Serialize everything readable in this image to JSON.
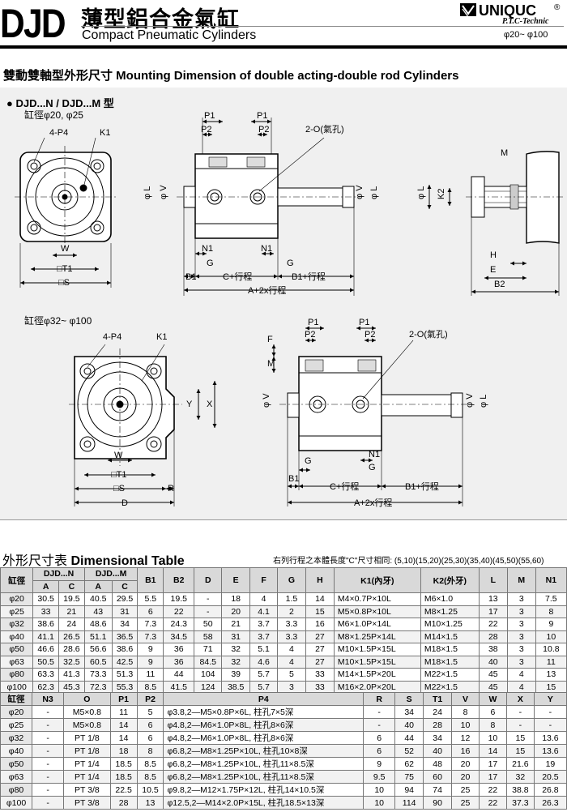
{
  "header": {
    "model_code": "DJD",
    "title_cn": "薄型鋁合金氣缸",
    "title_en": "Compact Pneumatic Cylinders",
    "brand_name": "UNIQUC",
    "brand_mark": "®",
    "brand_sub": "P.T.C-Technic",
    "bore_range": "φ20~ φ100"
  },
  "section_title": "雙動雙軸型外形尺寸 Mounting Dimension of double acting-double rod Cylinders",
  "drawings": {
    "sub_heading": "● DJD...N / DJD...M 型",
    "bore_small": "缸徑φ20, φ25",
    "bore_large": "缸徑φ32~ φ100",
    "labels": {
      "p4": "4-P4",
      "k1": "K1",
      "k2": "K2",
      "w": "W",
      "t1": "□T1",
      "s": "□S",
      "p1": "P1",
      "p2": "P2",
      "port": "2-O(氣孔)",
      "l": "φ L",
      "v": "φ V",
      "n1": "N1",
      "g": "G",
      "b1": "B1",
      "c_stroke": "C+行程",
      "b1_stroke": "B1+行程",
      "a2_stroke": "A+2x行程",
      "m": "M",
      "f": "F",
      "h": "H",
      "e": "E",
      "b2": "B2",
      "y": "Y",
      "x": "X",
      "r": "R",
      "d": "D"
    }
  },
  "table": {
    "title_cn": "外形尺寸表",
    "title_en": "Dimensional Table",
    "note": "右列行程之本體長度\"C\"尺寸相同: (5,10)(15,20)(25,30)(35,40)(45,50)(55,60)",
    "t1": {
      "bore_header": "缸徑",
      "group_n": "DJD...N",
      "group_m": "DJD...M",
      "sub_a": "A",
      "sub_c": "C",
      "headers": [
        "B1",
        "B2",
        "D",
        "E",
        "F",
        "G",
        "H",
        "K1(內牙)",
        "K2(外牙)",
        "L",
        "M",
        "N1"
      ],
      "rows": [
        [
          "φ20",
          "30.5",
          "19.5",
          "40.5",
          "29.5",
          "5.5",
          "19.5",
          "-",
          "18",
          "4",
          "1.5",
          "14",
          "M4×0.7P×10L",
          "M6×1.0",
          "13",
          "3",
          "7.5"
        ],
        [
          "φ25",
          "33",
          "21",
          "43",
          "31",
          "6",
          "22",
          "-",
          "20",
          "4.1",
          "2",
          "15",
          "M5×0.8P×10L",
          "M8×1.25",
          "17",
          "3",
          "8"
        ],
        [
          "φ32",
          "38.6",
          "24",
          "48.6",
          "34",
          "7.3",
          "24.3",
          "50",
          "21",
          "3.7",
          "3.3",
          "16",
          "M6×1.0P×14L",
          "M10×1.25",
          "22",
          "3",
          "9"
        ],
        [
          "φ40",
          "41.1",
          "26.5",
          "51.1",
          "36.5",
          "7.3",
          "34.5",
          "58",
          "31",
          "3.7",
          "3.3",
          "27",
          "M8×1.25P×14L",
          "M14×1.5",
          "28",
          "3",
          "10"
        ],
        [
          "φ50",
          "46.6",
          "28.6",
          "56.6",
          "38.6",
          "9",
          "36",
          "71",
          "32",
          "5.1",
          "4",
          "27",
          "M10×1.5P×15L",
          "M18×1.5",
          "38",
          "3",
          "10.8"
        ],
        [
          "φ63",
          "50.5",
          "32.5",
          "60.5",
          "42.5",
          "9",
          "36",
          "84.5",
          "32",
          "4.6",
          "4",
          "27",
          "M10×1.5P×15L",
          "M18×1.5",
          "40",
          "3",
          "11"
        ],
        [
          "φ80",
          "63.3",
          "41.3",
          "73.3",
          "51.3",
          "11",
          "44",
          "104",
          "39",
          "5.7",
          "5",
          "33",
          "M14×1.5P×20L",
          "M22×1.5",
          "45",
          "4",
          "13"
        ],
        [
          "φ100",
          "62.3",
          "45.3",
          "72.3",
          "55.3",
          "8.5",
          "41.5",
          "124",
          "38.5",
          "5.7",
          "3",
          "33",
          "M16×2.0P×20L",
          "M22×1.5",
          "45",
          "4",
          "15"
        ]
      ]
    },
    "t2": {
      "headers": [
        "缸徑",
        "N3",
        "O",
        "P1",
        "P2",
        "P4",
        "R",
        "S",
        "T1",
        "V",
        "W",
        "X",
        "Y"
      ],
      "rows": [
        [
          "φ20",
          "-",
          "M5×0.8",
          "11",
          "5",
          "φ3.8,2—M5×0.8P×6L, 柱孔7×5深",
          "-",
          "34",
          "24",
          "8",
          "6",
          "-",
          "-"
        ],
        [
          "φ25",
          "-",
          "M5×0.8",
          "14",
          "6",
          "φ4.8,2—M6×1.0P×8L, 柱孔8×6深",
          "-",
          "40",
          "28",
          "10",
          "8",
          "-",
          "-"
        ],
        [
          "φ32",
          "-",
          "PT 1/8",
          "14",
          "6",
          "φ4.8,2—M6×1.0P×8L, 柱孔8×6深",
          "6",
          "44",
          "34",
          "12",
          "10",
          "15",
          "13.6"
        ],
        [
          "φ40",
          "-",
          "PT 1/8",
          "18",
          "8",
          "φ6.8,2—M8×1.25P×10L, 柱孔10×8深",
          "6",
          "52",
          "40",
          "16",
          "14",
          "15",
          "13.6"
        ],
        [
          "φ50",
          "-",
          "PT 1/4",
          "18.5",
          "8.5",
          "φ6.8,2—M8×1.25P×10L, 柱孔11×8.5深",
          "9",
          "62",
          "48",
          "20",
          "17",
          "21.6",
          "19"
        ],
        [
          "φ63",
          "-",
          "PT 1/4",
          "18.5",
          "8.5",
          "φ6.8,2—M8×1.25P×10L, 柱孔11×8.5深",
          "9.5",
          "75",
          "60",
          "20",
          "17",
          "32",
          "20.5"
        ],
        [
          "φ80",
          "-",
          "PT 3/8",
          "22.5",
          "10.5",
          "φ9.8,2—M12×1.75P×12L, 柱孔14×10.5深",
          "10",
          "94",
          "74",
          "25",
          "22",
          "38.8",
          "26.8"
        ],
        [
          "φ100",
          "-",
          "PT 3/8",
          "28",
          "13",
          "φ12.5,2—M14×2.0P×15L, 柱孔18.5×13深",
          "10",
          "114",
          "90",
          "25",
          "22",
          "37.3",
          "26.3"
        ]
      ]
    }
  }
}
